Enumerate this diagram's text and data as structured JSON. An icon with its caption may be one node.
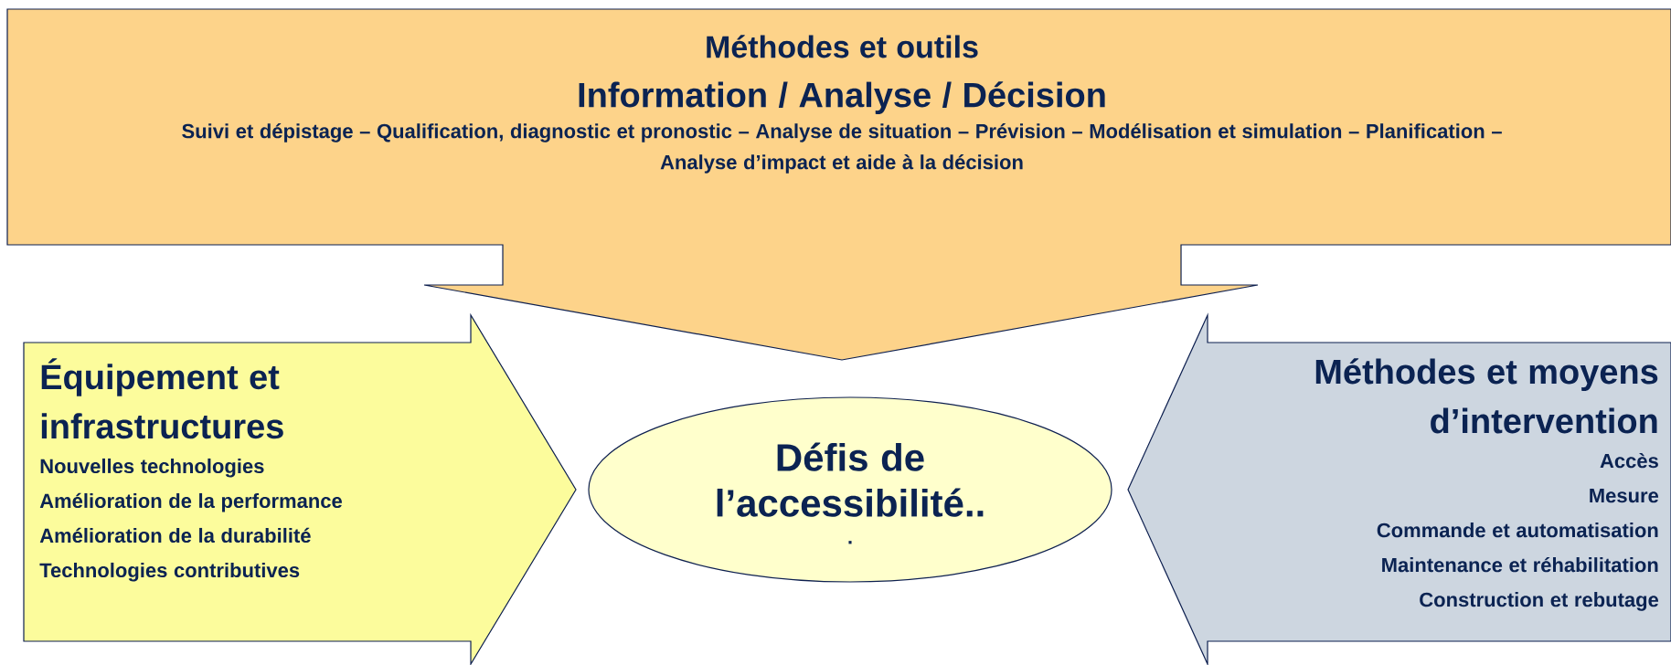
{
  "diagram": {
    "nodes": [
      {
        "text": [
          "Méthodes et outils",
          "Information / Analyse / Décision",
          "Suivi et dépistage – Qualification, diagnostic et pronostic – Analyse de situation – Prévision – Modélisation et simulation – Planification –",
          "Analyse d’impact et aide à la décision"
        ]
      },
      {
        "text": [
          "Équipement et infrastructures",
          "Nouvelles technologies",
          "Amélioration de la performance",
          "Amélioration de la durabilité",
          "Technologies contributives"
        ]
      },
      {
        "text": [
          "Défis de l’accessibilité..",
          "."
        ]
      },
      {
        "text": [
          "Méthodes et moyens d’intervention",
          "Accès",
          "Mesure",
          "Commande et automatisation",
          "Maintenance et réhabilitation",
          "Construction et rebutage"
        ]
      }
    ]
  }
}
